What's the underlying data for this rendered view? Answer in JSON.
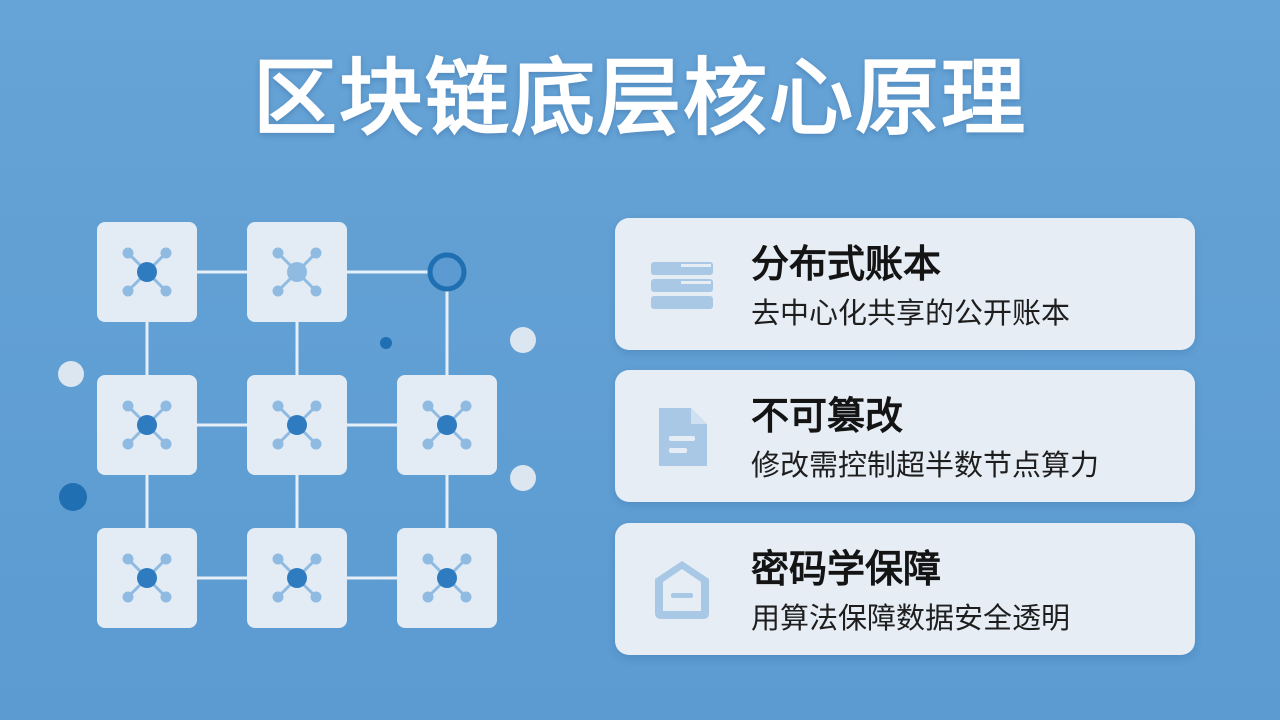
{
  "title": "区块链底层核心原理",
  "colors": {
    "background": "#5b9bd1",
    "card_bg": "#e6edf5",
    "node_box": "#e3ebf4",
    "node_dark": "#2f7bc0",
    "node_light": "#8fbbe2",
    "icon_light": "#a9c8e6",
    "accent_blue": "#1f6fb2"
  },
  "diagram": {
    "type": "node-grid-network",
    "rows": 3,
    "cols": 3,
    "missing_node": "top-right",
    "node_icon": "hub-network-icon"
  },
  "cards": [
    {
      "title": "分布式账本",
      "desc": "去中心化共享的公开账本",
      "icon": "ledger-stack-icon"
    },
    {
      "title": "不可篡改",
      "desc": "修改需控制超半数节点算力",
      "icon": "document-icon"
    },
    {
      "title": "密码学保障",
      "desc": "用算法保障数据安全透明",
      "icon": "secure-container-icon"
    }
  ]
}
